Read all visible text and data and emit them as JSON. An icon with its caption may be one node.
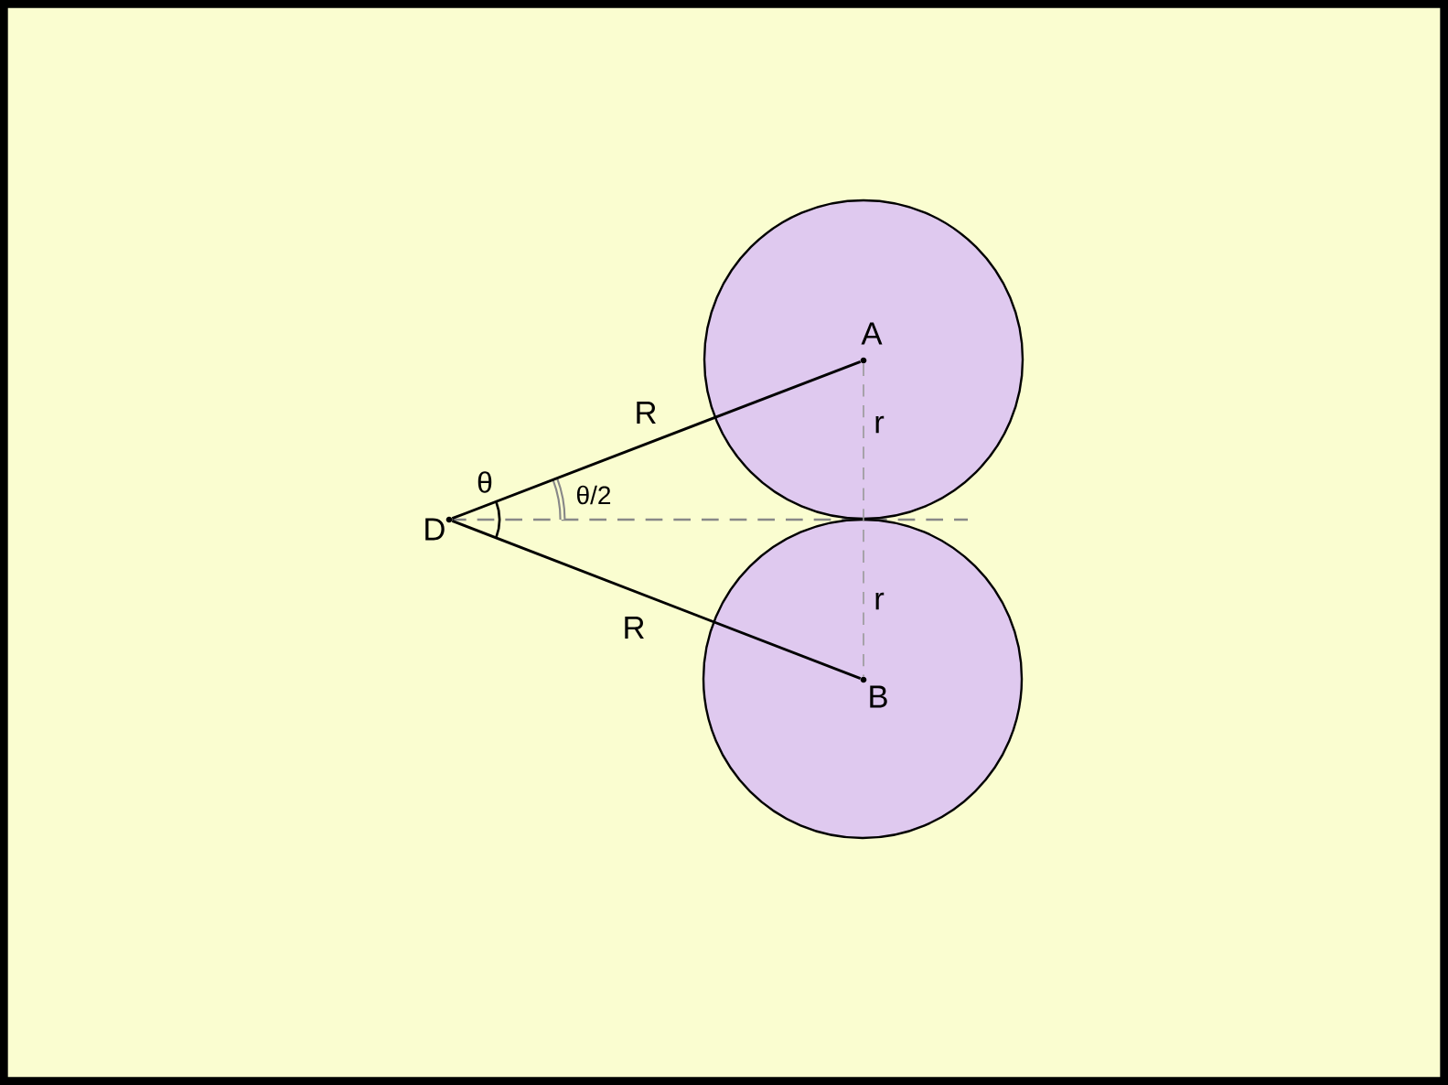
{
  "diagram": {
    "nodes": [
      {
        "text": [],
        "shape": "circle"
      },
      {
        "text": [],
        "shape": "circle"
      },
      {
        "text": [
          "D"
        ]
      },
      {
        "text": [
          "A"
        ],
        "in": 0
      },
      {
        "text": [
          "B"
        ],
        "in": 1
      }
    ],
    "edges": [
      {
        "from": 2,
        "to": 3,
        "arrow": "none",
        "label": "R"
      },
      {
        "from": 2,
        "to": 4,
        "arrow": "none",
        "label": "R"
      },
      {
        "from": 3,
        "to": 4,
        "arrow": "none",
        "style": "dashed",
        "color": "#999999"
      }
    ],
    "labels": [
      "θ",
      "θ/2",
      "r",
      "r"
    ]
  }
}
